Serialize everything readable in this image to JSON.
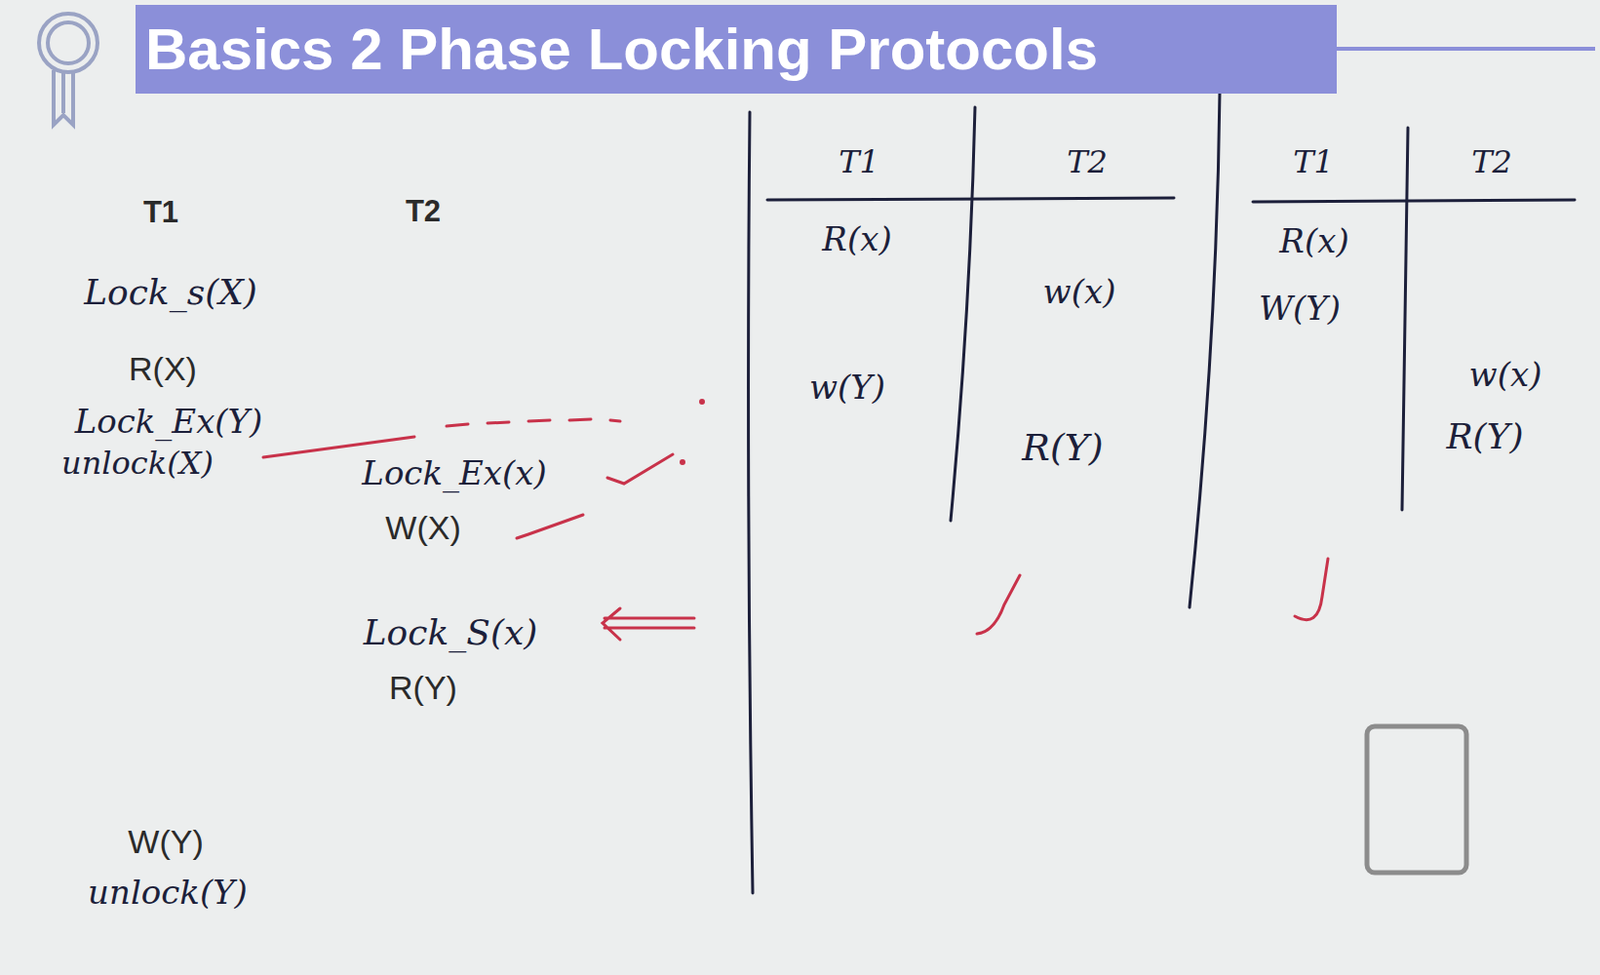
{
  "diagram": {
    "title": "Basics 2 Phase Locking Protocols",
    "labels": [
      "T1",
      "T2",
      "Lock_s(X)",
      "R(X)",
      "Lock_Ex(Y)",
      "unlock(X)",
      "Lock_Ex(x)",
      "W(X)",
      "Lock_S(x)",
      "R(Y)",
      "W(Y)",
      "unlock(Y)",
      "T1",
      "T2",
      "R(x)",
      "w(x)",
      "w(Y)",
      "R(Y)",
      "T1",
      "T2",
      "R(x)",
      "W(Y)",
      "w(x)",
      "R(Y)"
    ]
  }
}
